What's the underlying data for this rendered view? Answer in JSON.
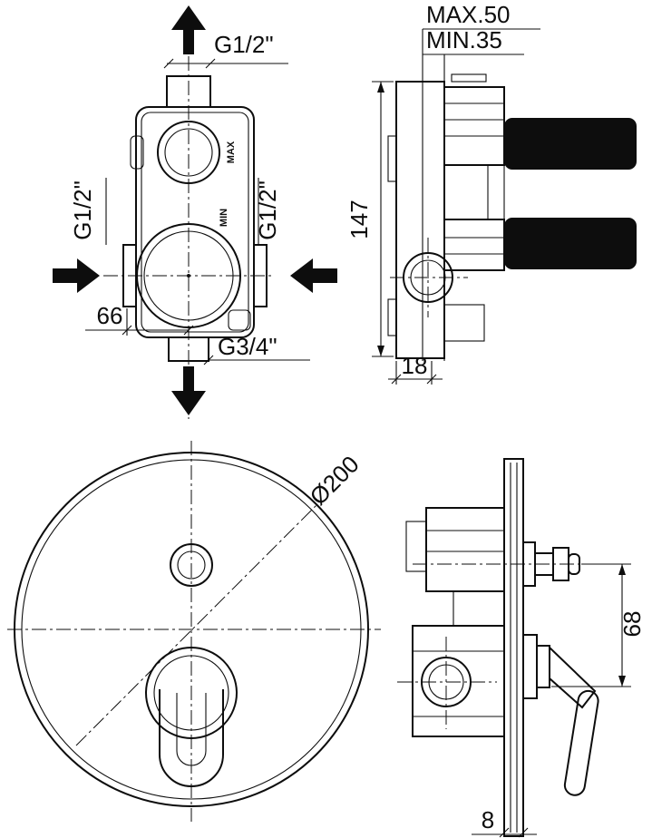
{
  "front_valve": {
    "top_port_label": "G1/2\"",
    "left_port_label": "G1/2\"",
    "right_port_label": "G1/2\"",
    "bottom_port_label": "G3/4\"",
    "center_offset_dim": "66",
    "max_marking": "MAX",
    "min_marking": "MIN"
  },
  "side_valve": {
    "max_depth_label": "MAX.50",
    "min_depth_label": "MIN.35",
    "height_dim": "147",
    "port_offset_dim": "18"
  },
  "front_plate": {
    "diameter_dim": "Ø200"
  },
  "side_plate": {
    "controls_spacing_dim": "68",
    "plate_thickness_dim": "8"
  }
}
